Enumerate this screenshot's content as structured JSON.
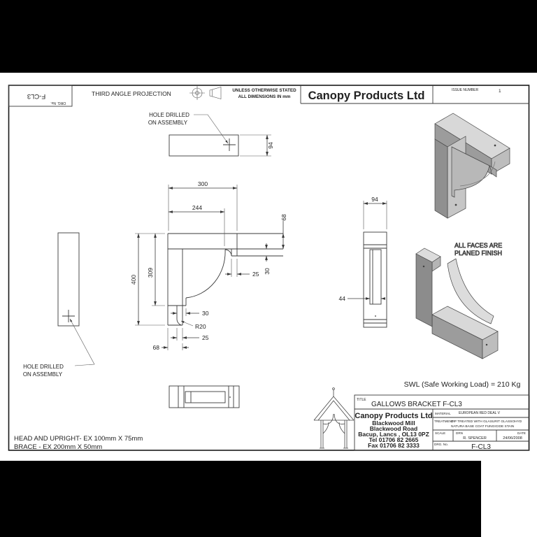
{
  "colors": {
    "paper": "#ffffff",
    "mask": "#000000",
    "line": "#3a3a3a",
    "iso_light": "#d8d8d8",
    "iso_mid": "#9c9c9c",
    "iso_side": "#bdbdbd",
    "iso_dark": "#8c8c8c"
  },
  "header": {
    "drg_no_label": "DRG. No.",
    "drg_no_value": "F-CL3",
    "projection_label": "THIRD ANGLE PROJECTION",
    "note_line1": "UNLESS OTHERWISE STATED",
    "note_line2": "ALL DIMENSIONS IN mm",
    "company": "Canopy Products Ltd",
    "issue_label": "ISSUE NUMBER",
    "issue_value": "1"
  },
  "annotations": {
    "hole_top_line1": "HOLE  DRILLED",
    "hole_top_line2": "ON ASSEMBLY",
    "hole_left_line1": "HOLE DRILLED",
    "hole_left_line2": "ON ASSEMBLY",
    "planed_line1": "ALL FACES ARE",
    "planed_line2": "PLANED FINISH",
    "swl": "SWL (Safe Working Load) = 210 Kg",
    "stock_line1": "HEAD AND UPRIGHT- EX 100mm X 75mm",
    "stock_line2": "BRACE - EX 200mm X 50mm"
  },
  "dimensions": {
    "top_view_depth": "94",
    "head_length": "300",
    "head_to_brace": "244",
    "head_height": "68",
    "overall_height": "400",
    "upright_inner": "309",
    "brace_top_projection": "30",
    "brace_top_width": "25",
    "brace_bottom_projection": "30",
    "notch_radius": "R20",
    "notch_width": "25",
    "upright_width": "68",
    "side_view_depth": "94",
    "brace_thickness": "44"
  },
  "title_block": {
    "title_label": "TITLE",
    "title_value": "GALLOWS BRACKET F-CL3",
    "company": "Canopy Products Ltd",
    "address1": "Blackwood Mill",
    "address2": "Blackwood Road",
    "address3": "Bacup, Lancs , OL13 0PZ",
    "tel": "Tel 01706 82 2665",
    "fax": "Fax 01706 82 3333",
    "material_label": "MATERIAL",
    "material_value": "EUROPEAN RED DEAL V",
    "treatment_label": "TREATMENT",
    "treatment_line1": "DIP TREATED WITH GLASURIT GLASSOHYD",
    "treatment_line2": "NATURA BASE COAT FUNGICIDE STAIN",
    "scale_label": "SCALE",
    "drn_label": "DRN",
    "drn_value": "R. SPENCER",
    "date_label": "DATE",
    "date_value": "24/06/2008",
    "drg_label": "DRG. No.",
    "drg_value": "F-CL3"
  }
}
